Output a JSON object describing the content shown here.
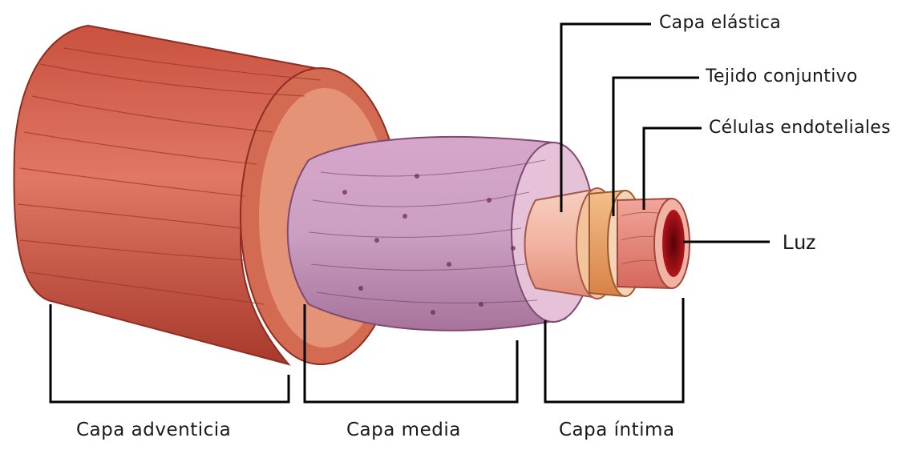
{
  "labels": {
    "capa_elastica": "Capa elástica",
    "tejido_conjuntivo": "Tejido conjuntivo",
    "celulas_endoteliales": "Células endoteliales",
    "luz": "Luz",
    "capa_adventicia": "Capa adventicia",
    "capa_media": "Capa media",
    "capa_intima": "Capa íntima"
  },
  "colors": {
    "adventicia": "#c8503f",
    "adventicia_dark": "#a63a2c",
    "media": "#c98fb8",
    "media_light": "#e2b7d5",
    "elastica": "#f0b8a8",
    "conjuntivo": "#e9a25e",
    "endotelio": "#e58a7f",
    "lumen": "#8a0f14",
    "line": "#000000"
  }
}
